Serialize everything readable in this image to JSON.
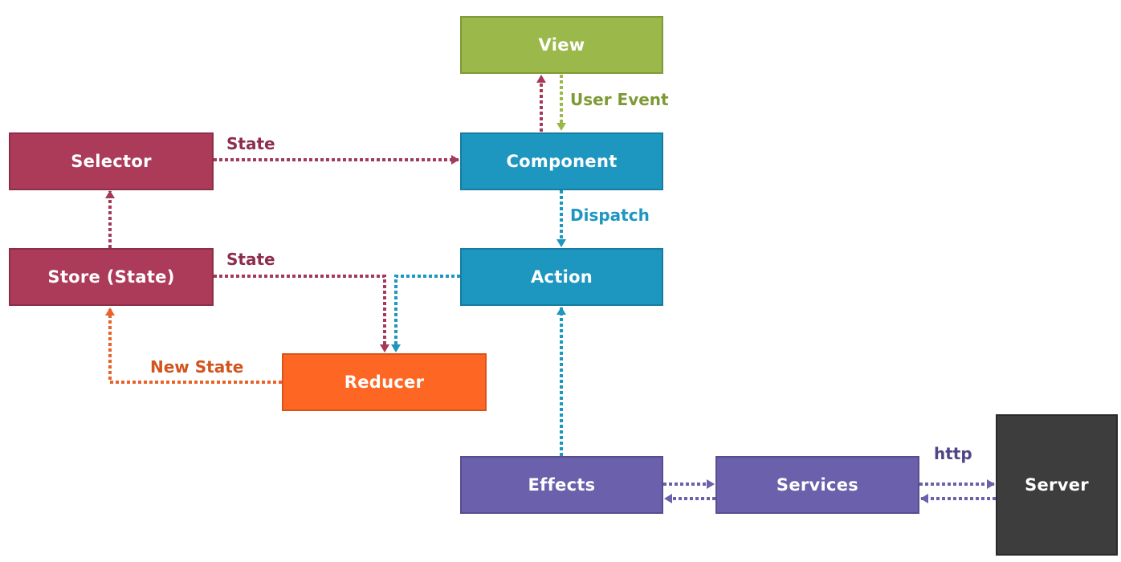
{
  "colors": {
    "view": "#9ab94a",
    "view_border": "#7f9a38",
    "component": "#1e97c0",
    "component_border": "#177da0",
    "selector": "#ac3b59",
    "selector_border": "#8c2f48",
    "reducer": "#fe6623",
    "reducer_border": "#d9531a",
    "purple": "#6a60ab",
    "purple_border": "#574e90",
    "server": "#3d3d3d",
    "server_border": "#2a2a2a",
    "state_edge": "#a33a58",
    "user_event_edge": "#9ab94a",
    "dispatch_edge": "#1e97c0",
    "new_state_edge": "#e8632a",
    "purple_edge": "#6a60ab",
    "label_state": "#8e2e4d",
    "label_user_event": "#7d9a34",
    "label_dispatch": "#1e97c0",
    "label_new_state": "#d2541e",
    "label_http": "#4f4687"
  },
  "nodes": {
    "view": "View",
    "component": "Component",
    "selector": "Selector",
    "store": "Store (State)",
    "action": "Action",
    "reducer": "Reducer",
    "effects": "Effects",
    "services": "Services",
    "server": "Server"
  },
  "edges": {
    "user_event": "User Event",
    "selector_state": "State",
    "dispatch": "Dispatch",
    "store_state": "State",
    "new_state": "New State",
    "http": "http"
  }
}
